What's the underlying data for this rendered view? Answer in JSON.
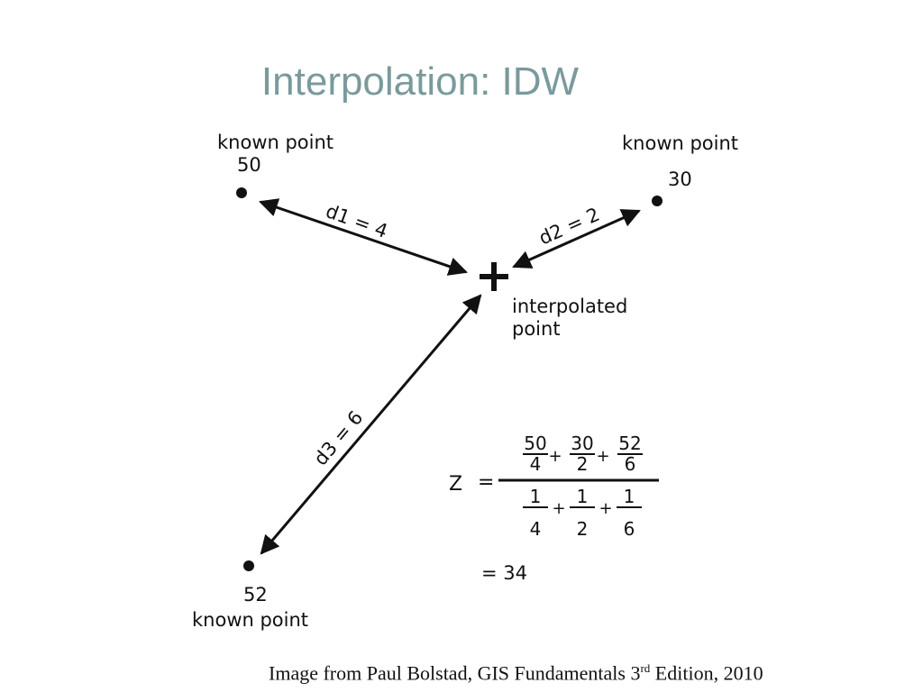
{
  "slide": {
    "title": "Interpolation: IDW"
  },
  "diagram": {
    "known_points": [
      {
        "label": "known point",
        "value": "50"
      },
      {
        "label": "known point",
        "value": "30"
      },
      {
        "label": "known point",
        "value": "52"
      }
    ],
    "distances": [
      {
        "label": "d1 = 4"
      },
      {
        "label": "d2 = 2"
      },
      {
        "label": "d3 = 6"
      }
    ],
    "interpolated": {
      "label_line1": "interpolated",
      "label_line2": "point"
    }
  },
  "formula": {
    "z": "Z",
    "equals": "=",
    "num": {
      "n1": "50",
      "d1": "4",
      "n2": "30",
      "d2": "2",
      "n3": "52",
      "d3": "6"
    },
    "den": {
      "n1": "1",
      "d1": "4",
      "n2": "1",
      "d2": "2",
      "n3": "1",
      "d3": "6"
    },
    "plus": "+",
    "result": "= 34"
  },
  "caption": {
    "prefix": "Image from Paul Bolstad, GIS Fundamentals 3",
    "sup": "rd",
    "suffix": " Edition, 2010"
  }
}
